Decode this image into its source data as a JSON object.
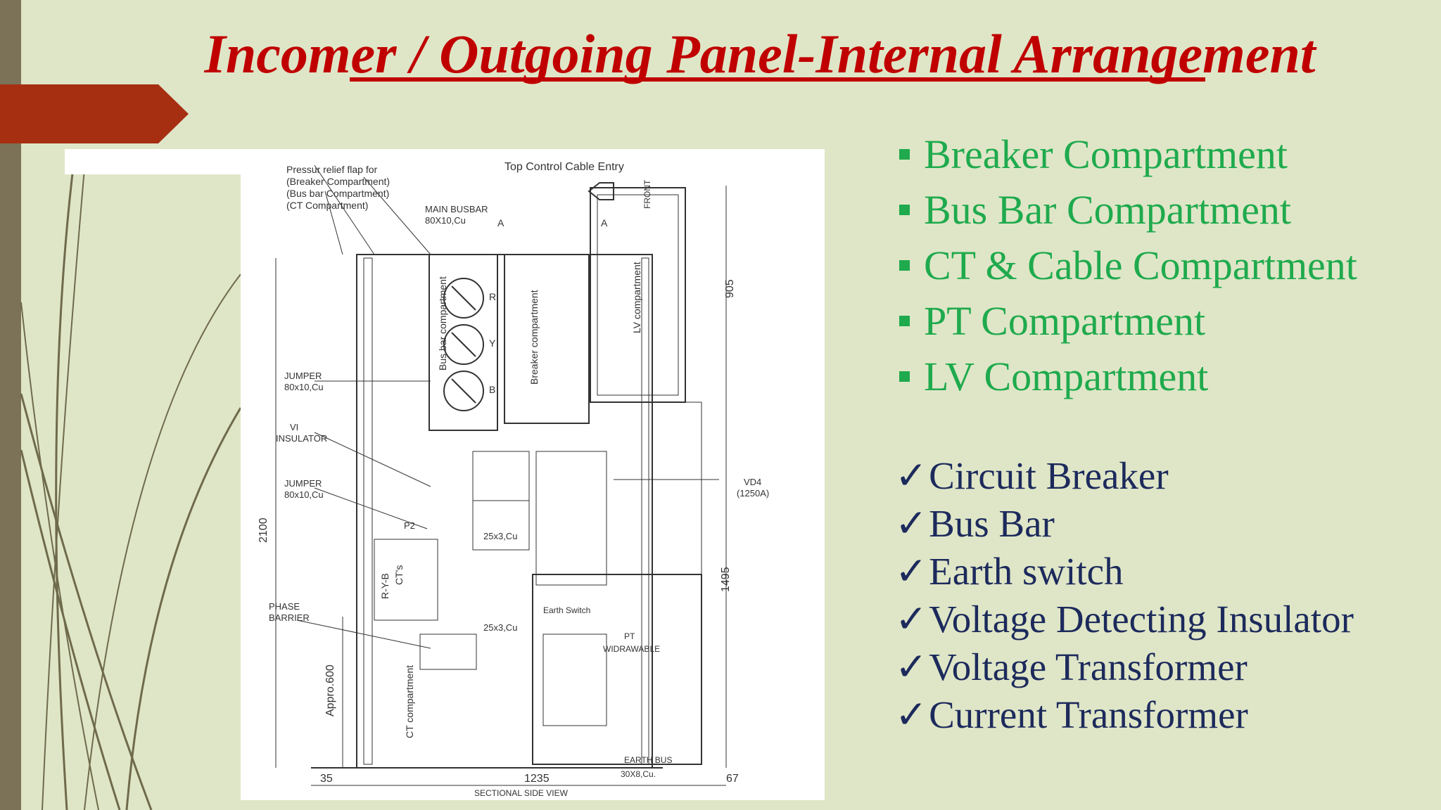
{
  "title": "Incomer / Outgoing Panel-Internal Arrangement",
  "compartments": [
    "Breaker Compartment",
    "Bus Bar Compartment",
    "CT & Cable Compartment",
    "PT Compartment",
    "LV Compartment"
  ],
  "check_mark": "✓",
  "components": [
    "Circuit Breaker",
    "Bus Bar",
    "Earth switch",
    "Voltage Detecting Insulator",
    "Voltage Transformer",
    "Current Transformer"
  ],
  "diagram": {
    "pressure_relief_1": "Pressur relief flap for",
    "pressure_relief_2": "(Breaker Compartment)",
    "pressure_relief_3": "(Bus bar Compartment)",
    "pressure_relief_4": "(CT Compartment)",
    "top_cable_entry": "Top Control Cable Entry",
    "front": "FRONT",
    "main_busbar": "MAIN BUSBAR",
    "main_busbar_size": "80X10,Cu",
    "section_a": "A",
    "dim_905": "905",
    "dim_2100": "2100",
    "dim_1495": "1495",
    "dim_appro600": "Appro.600",
    "dim_35": "35",
    "dim_1235": "1235",
    "dim_67": "67",
    "jumper": "JUMPER",
    "jumper_size": "80x10,Cu",
    "vi": "VI",
    "insulator": "INSULATOR",
    "phase": "PHASE",
    "barrier": "BARRIER",
    "bus_bar_compartment": "Bus bar compartment",
    "breaker_compartment": "Breaker compartment",
    "lv_compartment": "LV compartment",
    "ct_compartment": "CT compartment",
    "r": "R",
    "y": "Y",
    "b": "B",
    "p2": "P2",
    "ryb": "R-Y-B",
    "cts": "CT's",
    "cu_25x3": "25x3,Cu",
    "earth_switch": "Earth Switch",
    "pt": "PT",
    "widrawable": "WIDRAWABLE",
    "vd4": "VD4",
    "vd4_rating": "(1250A)",
    "earth_bus": "EARTH BUS",
    "earth_bus_size": "30X8,Cu.",
    "sectional_view": "SECTIONAL SIDE VIEW"
  }
}
